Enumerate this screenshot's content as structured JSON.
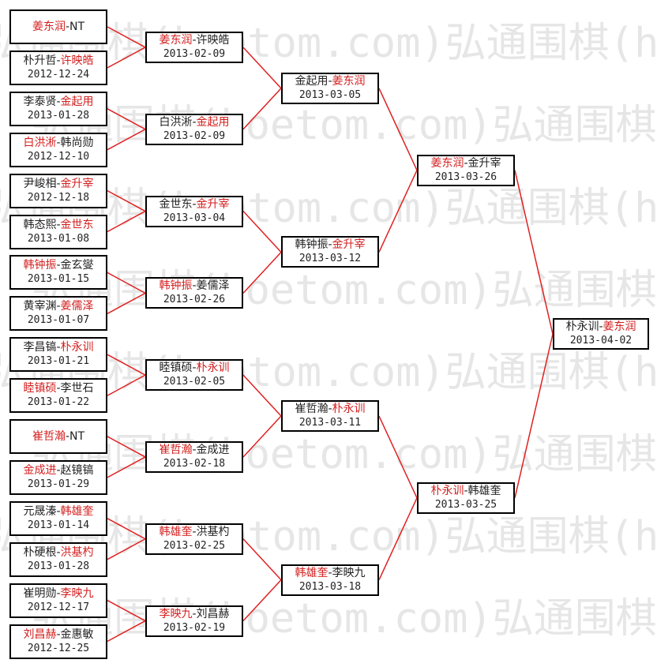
{
  "watermark": {
    "text": "弘通围棋(hoetom.com)",
    "color": "#e6e6e6"
  },
  "colors": {
    "winner": "#d42020",
    "text": "#222222",
    "line": "#e02020",
    "border": "#000000"
  },
  "rounds": [
    {
      "matches": [
        {
          "p1": "姜东润",
          "p2": "NT",
          "date": "",
          "winner": 1
        },
        {
          "p1": "朴升哲",
          "p2": "许映皓",
          "date": "2012-12-24",
          "winner": 2
        },
        {
          "p1": "李泰贤",
          "p2": "金起用",
          "date": "2013-01-28",
          "winner": 2
        },
        {
          "p1": "白洪淅",
          "p2": "韩尚勋",
          "date": "2012-12-10",
          "winner": 1
        },
        {
          "p1": "尹峻相",
          "p2": "金升宰",
          "date": "2012-12-18",
          "winner": 2
        },
        {
          "p1": "韩态熙",
          "p2": "金世东",
          "date": "2013-01-08",
          "winner": 2
        },
        {
          "p1": "韩钟振",
          "p2": "金玄燮",
          "date": "2013-01-15",
          "winner": 1
        },
        {
          "p1": "黄宰渊",
          "p2": "姜儒泽",
          "date": "2013-01-07",
          "winner": 2
        },
        {
          "p1": "李昌镐",
          "p2": "朴永训",
          "date": "2013-01-21",
          "winner": 2
        },
        {
          "p1": "睦镇硕",
          "p2": "李世石",
          "date": "2013-01-22",
          "winner": 1
        },
        {
          "p1": "崔哲瀚",
          "p2": "NT",
          "date": "",
          "winner": 1
        },
        {
          "p1": "金成进",
          "p2": "赵镜镐",
          "date": "2013-01-29",
          "winner": 1
        },
        {
          "p1": "元晟溱",
          "p2": "韩雄奎",
          "date": "2013-01-14",
          "winner": 2
        },
        {
          "p1": "朴硬根",
          "p2": "洪基杓",
          "date": "2013-01-28",
          "winner": 2
        },
        {
          "p1": "崔明勋",
          "p2": "李映九",
          "date": "2012-12-17",
          "winner": 2
        },
        {
          "p1": "刘昌赫",
          "p2": "金惠敏",
          "date": "2012-12-25",
          "winner": 1
        }
      ]
    },
    {
      "matches": [
        {
          "p1": "姜东润",
          "p2": "许映皓",
          "date": "2013-02-09",
          "winner": 1
        },
        {
          "p1": "白洪淅",
          "p2": "金起用",
          "date": "2013-02-09",
          "winner": 2
        },
        {
          "p1": "金世东",
          "p2": "金升宰",
          "date": "2013-03-04",
          "winner": 2
        },
        {
          "p1": "韩钟振",
          "p2": "姜儒泽",
          "date": "2013-02-26",
          "winner": 1
        },
        {
          "p1": "睦镇硕",
          "p2": "朴永训",
          "date": "2013-02-05",
          "winner": 2
        },
        {
          "p1": "崔哲瀚",
          "p2": "金成进",
          "date": "2013-02-18",
          "winner": 1
        },
        {
          "p1": "韩雄奎",
          "p2": "洪基杓",
          "date": "2013-02-25",
          "winner": 1
        },
        {
          "p1": "李映九",
          "p2": "刘昌赫",
          "date": "2013-02-19",
          "winner": 1
        }
      ]
    },
    {
      "matches": [
        {
          "p1": "金起用",
          "p2": "姜东润",
          "date": "2013-03-05",
          "winner": 2
        },
        {
          "p1": "韩钟振",
          "p2": "金升宰",
          "date": "2013-03-12",
          "winner": 2
        },
        {
          "p1": "崔哲瀚",
          "p2": "朴永训",
          "date": "2013-03-11",
          "winner": 2
        },
        {
          "p1": "韩雄奎",
          "p2": "李映九",
          "date": "2013-03-18",
          "winner": 1
        }
      ]
    },
    {
      "matches": [
        {
          "p1": "姜东润",
          "p2": "金升宰",
          "date": "2013-03-26",
          "winner": 1
        },
        {
          "p1": "朴永训",
          "p2": "韩雄奎",
          "date": "2013-03-25",
          "winner": 1
        }
      ]
    },
    {
      "matches": [
        {
          "p1": "朴永训",
          "p2": "姜东润",
          "date": "2013-04-02",
          "winner": 2
        }
      ]
    }
  ]
}
